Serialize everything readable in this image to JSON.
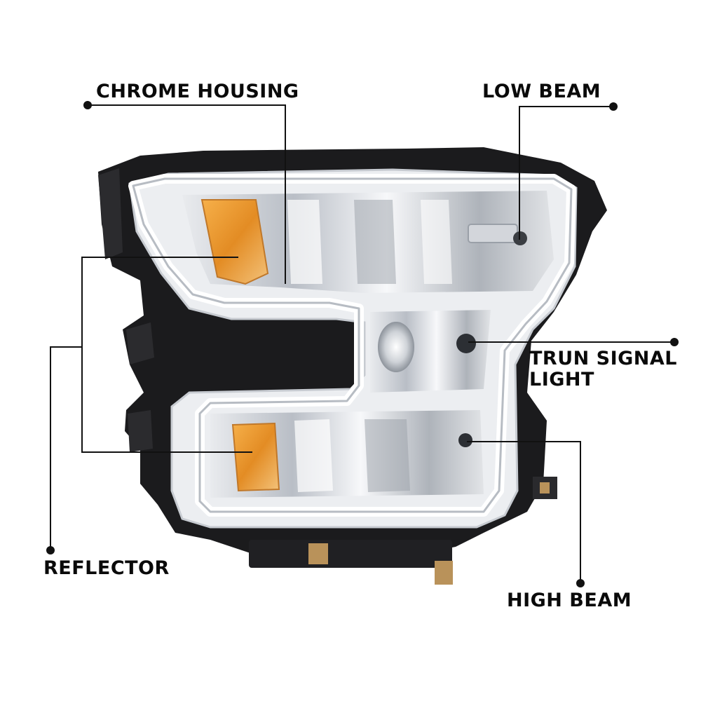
{
  "image": {
    "subject": "vehicle headlight assembly",
    "background_color": "#ffffff",
    "colors": {
      "housing_black": "#1b1b1d",
      "chrome": "#dcdfe3",
      "amber": "#e8962a",
      "callout_line": "#111111"
    }
  },
  "callouts": {
    "chrome_housing": "CHROME HOUSING",
    "low_beam": "LOW BEAM",
    "turn_signal_line1": "TRUN SIGNAL",
    "turn_signal_line2": "LIGHT",
    "reflector": "REFLECTOR",
    "high_beam": "HIGH BEAM"
  }
}
